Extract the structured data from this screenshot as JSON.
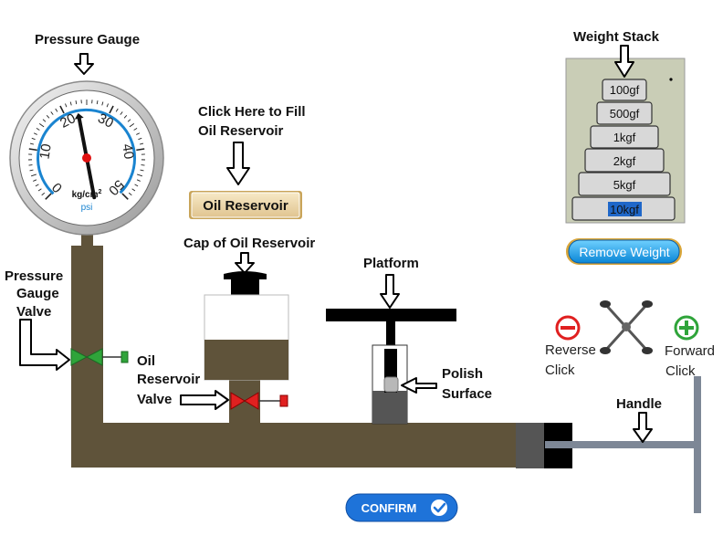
{
  "labels": {
    "pressure_gauge": "Pressure Gauge",
    "gauge_valve_line1": "Pressure",
    "gauge_valve_line2": "Gauge",
    "gauge_valve_line3": "Valve",
    "fill_line1": "Click Here to Fill",
    "fill_line2": "Oil Reservoir",
    "cap": "Cap of Oil Reservoir",
    "oil_valve_line1": "Oil",
    "oil_valve_line2": "Reservoir",
    "oil_valve_line3": "Valve",
    "platform": "Platform",
    "polish_line1": "Polish",
    "polish_line2": "Surface",
    "handle": "Handle",
    "reverse_line1": "Reverse",
    "reverse_line2": "Click",
    "forward_line1": "Forward",
    "forward_line2": "Click",
    "weight_stack": "Weight Stack"
  },
  "gauge": {
    "ticks": [
      "0",
      "10",
      "20",
      "30",
      "40",
      "50"
    ],
    "unit": "kg/cm",
    "unit_sup": "2",
    "unit2": "psi",
    "reading": 23
  },
  "buttons": {
    "oil_reservoir": "Oil Reservoir",
    "remove_weight": "Remove Weight",
    "confirm": "CONFIRM"
  },
  "weights": [
    "100gf",
    "500gf",
    "1kgf",
    "2kgf",
    "5kgf",
    "10kgf"
  ],
  "selected_weight": "10kgf",
  "colors": {
    "oil": "#5f533a",
    "valve_green": "#2fa43a",
    "valve_red": "#e02020",
    "confirm_blue": "#1e73d9",
    "remove_blue": "#1aa0ee",
    "weight_panel": "#c9cdb6"
  }
}
